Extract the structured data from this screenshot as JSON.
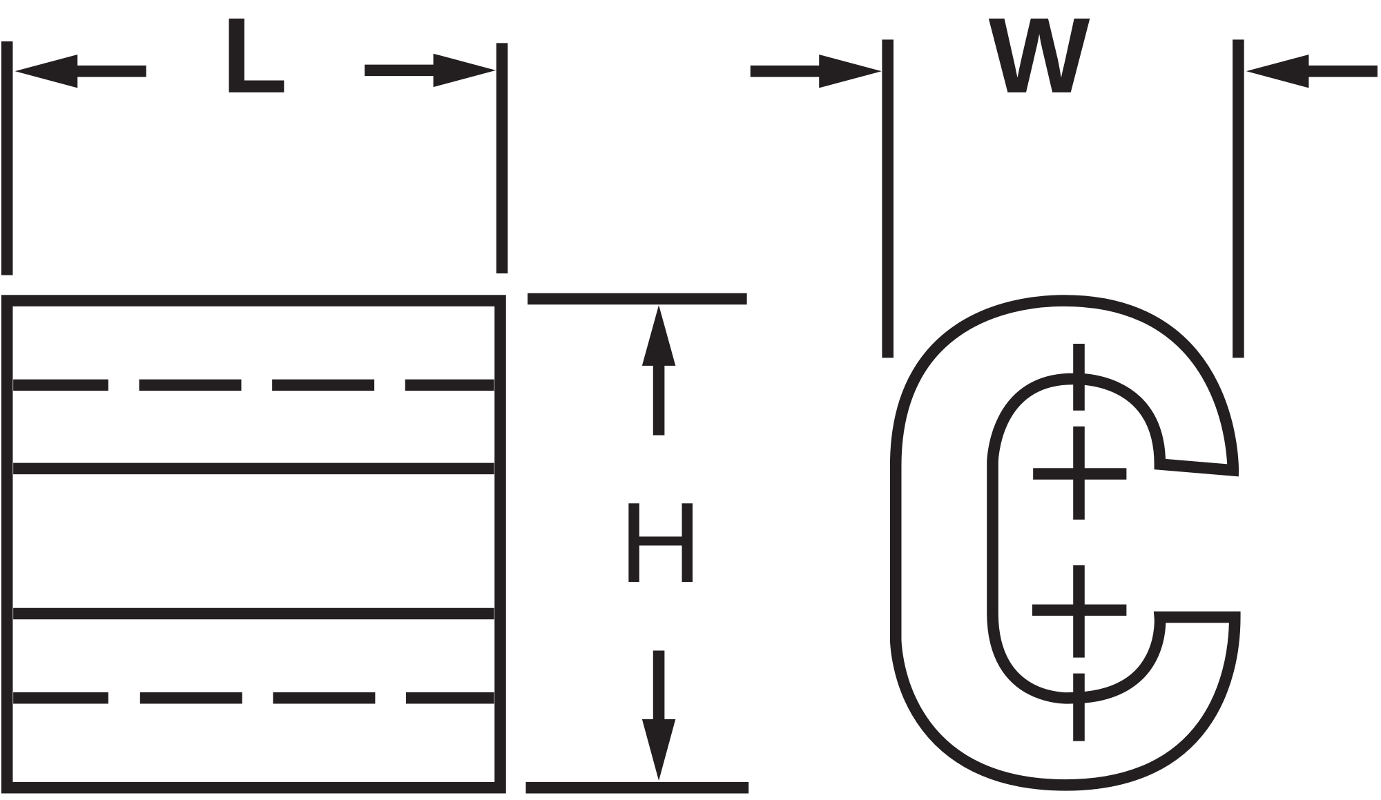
{
  "diagram": {
    "labels": {
      "length": "L",
      "width": "W",
      "height": "H"
    },
    "colors": {
      "stroke": "#231f20",
      "background": "#ffffff"
    }
  }
}
